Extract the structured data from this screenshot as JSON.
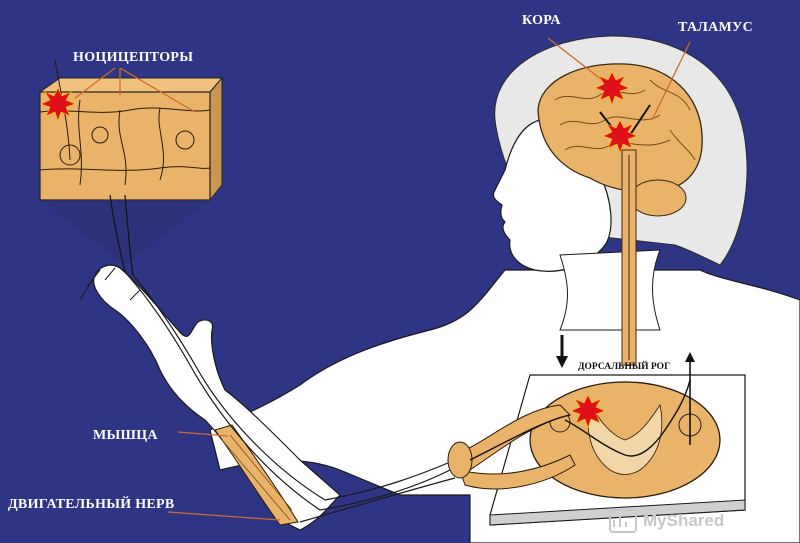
{
  "labels": {
    "nociceptors": "НОЦИЦЕПТОРЫ",
    "cortex": "КОРА",
    "thalamus": "ТАЛАМУС",
    "dorsal_horn": "ДОРСАЛЬНЫЙ РОГ",
    "muscle": "МЫШЦА",
    "motor_nerve": "ДВИГАТЕЛЬНЫЙ НЕРВ"
  },
  "watermark": "MyShared",
  "colors": {
    "background": "#2f3585",
    "skin": "#ffffff",
    "tissue": "#e9b46a",
    "pain_star": "#e0101a",
    "nerve_line": "#1a1a1a",
    "pointer": "#d06a2a"
  }
}
